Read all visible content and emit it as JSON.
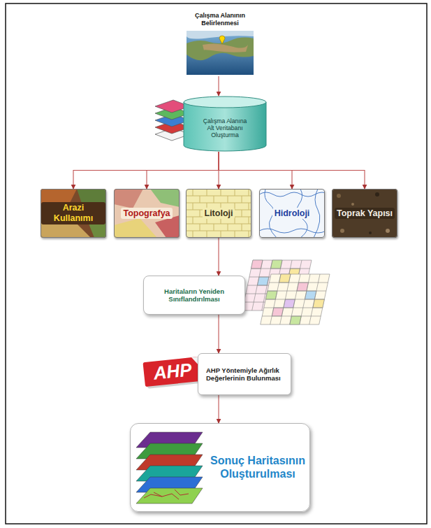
{
  "diagram": {
    "nodes": [
      {
        "text": [
          "Çalışma Alanının Belirlenmesi"
        ]
      },
      {
        "text": [
          "Çalışma Alanına Alt Veritabanı Oluşturma"
        ]
      },
      {
        "text": [
          "Arazi Kullanımı"
        ]
      },
      {
        "text": [
          "Topografya"
        ]
      },
      {
        "text": [
          "Litoloji"
        ]
      },
      {
        "text": [
          "Hidroloji"
        ]
      },
      {
        "text": [
          "Toprak Yapısı"
        ]
      },
      {
        "text": [
          "Haritaların Yeniden Sınıflandırılması"
        ]
      },
      {
        "text": [
          "AHP Yöntemiyle Ağırlık Değerlerinin Bulunması"
        ]
      },
      {
        "text": [
          "Sonuç Haritasının Oluşturulması"
        ]
      }
    ],
    "edges": [
      {
        "from": 0,
        "to": 1,
        "arrow": "to"
      },
      {
        "from": 1,
        "to": 2,
        "arrow": "to"
      },
      {
        "from": 1,
        "to": 3,
        "arrow": "to"
      },
      {
        "from": 1,
        "to": 4,
        "arrow": "to"
      },
      {
        "from": 1,
        "to": 5,
        "arrow": "to"
      },
      {
        "from": 1,
        "to": 6,
        "arrow": "to"
      },
      {
        "from": 4,
        "to": 7,
        "arrow": "to"
      },
      {
        "from": 7,
        "to": 8,
        "arrow": "to"
      },
      {
        "from": 8,
        "to": 9,
        "arrow": "to"
      }
    ],
    "labels": [
      "AHP"
    ]
  }
}
